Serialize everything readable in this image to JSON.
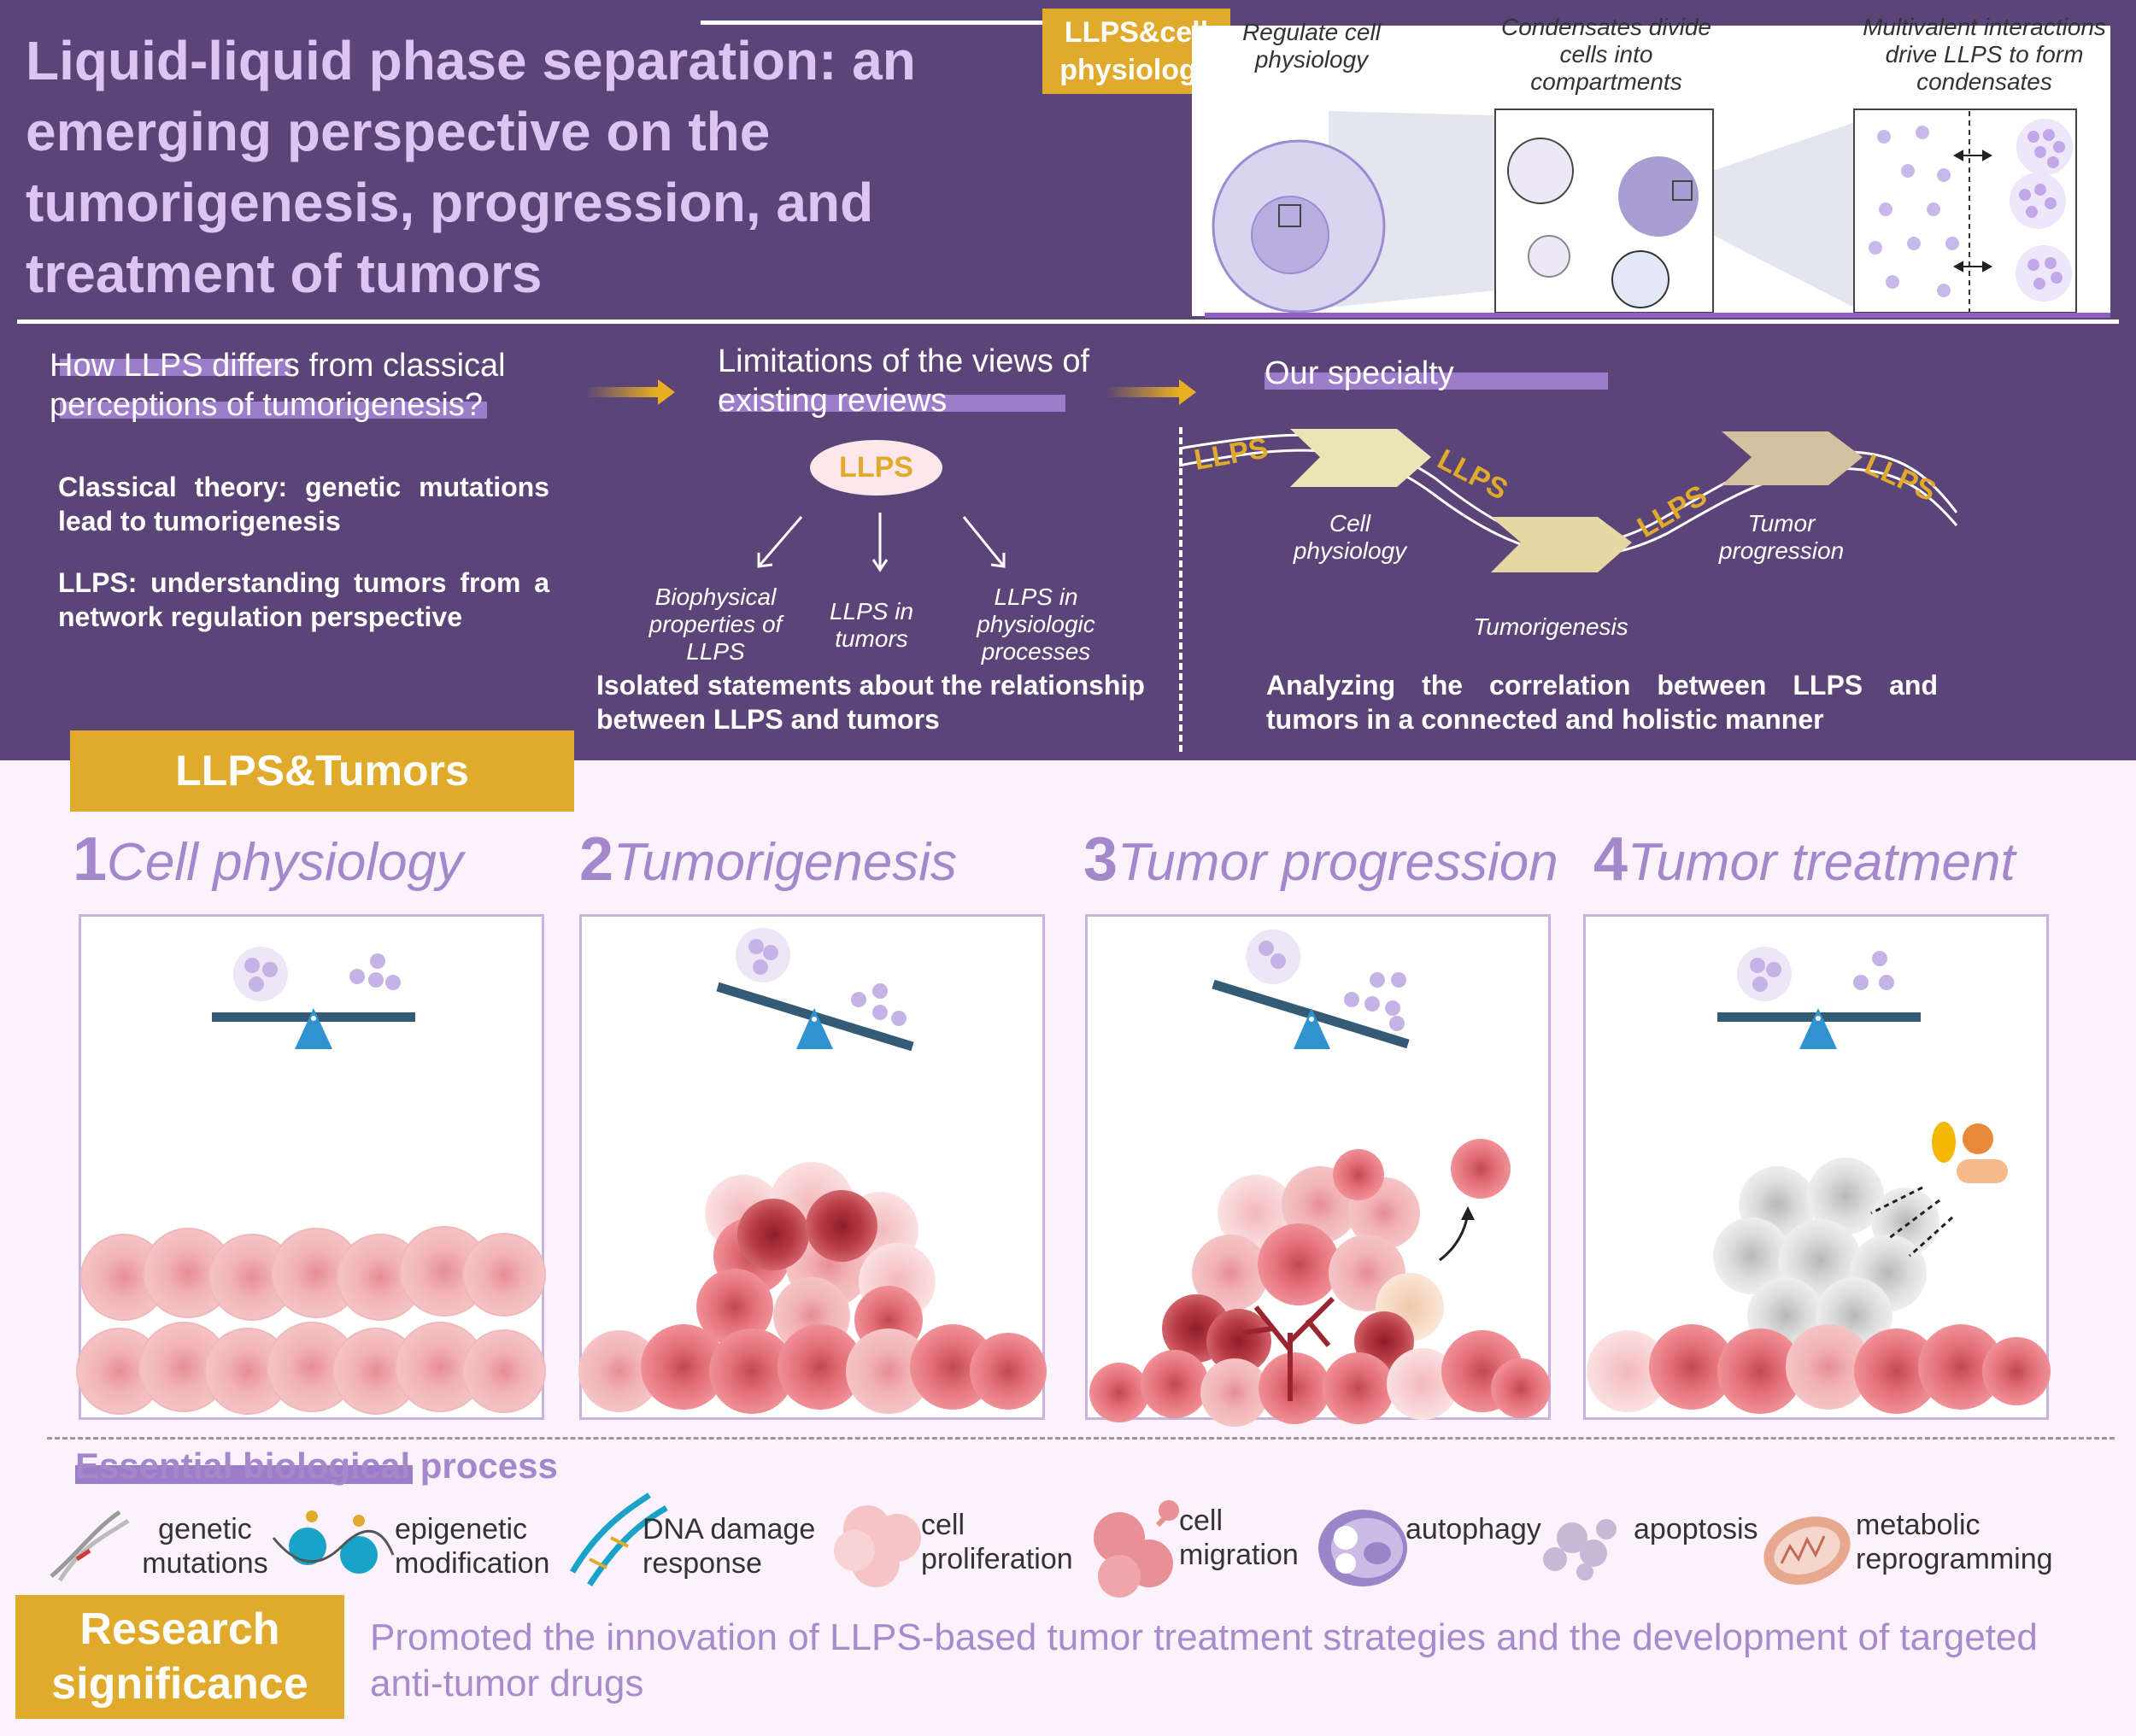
{
  "title": "Liquid-liquid phase separation: an emerging perspective on the tumorigenesis, progression, and treatment of tumors",
  "physiology_badge": "LLPS&cell physiology",
  "physiology_panel": {
    "labels": [
      "Regulate cell physiology",
      "Condensates divide cells into compartments",
      "Multivalent interactions drive LLPS to form condensates"
    ]
  },
  "questions": {
    "q1": "How LLPS differs from classical perceptions of tumorigenesis?",
    "q2": "Limitations of the views of existing reviews",
    "q3": "Our specialty"
  },
  "classical": {
    "line1": "Classical theory: genetic mutations lead to tumorigenesis",
    "line2": "LLPS: understanding tumors from a network regulation perspective"
  },
  "reviews": {
    "center": "LLPS",
    "branches": [
      "Biophysical properties of LLPS",
      "LLPS in tumors",
      "LLPS in physiologic processes"
    ],
    "summary": "Isolated statements about the relationship between LLPS and tumors"
  },
  "specialty": {
    "wave_label": "LLPS",
    "stages": [
      "Cell physiology",
      "Tumorigenesis",
      "Tumor progression"
    ],
    "summary": "Analyzing the correlation between LLPS and tumors in a connected and holistic manner"
  },
  "tumors_badge": "LLPS&Tumors",
  "stages": [
    {
      "num": "1",
      "label": "Cell physiology"
    },
    {
      "num": "2",
      "label": "Tumorigenesis"
    },
    {
      "num": "3",
      "label": "Tumor progression"
    },
    {
      "num": "4",
      "label": "Tumor treatment"
    }
  ],
  "process_heading": "Essential biological process",
  "processes": [
    "genetic mutations",
    "epigenetic modification",
    "DNA damage response",
    "cell proliferation",
    "cell migration",
    "autophagy",
    "apoptosis",
    "metabolic reprogramming"
  ],
  "significance": {
    "badge": "Research significance",
    "text": "Promoted the innovation of LLPS-based tumor treatment strategies and the development of targeted anti-tumor drugs"
  },
  "colors": {
    "purple_bg": "#5a4478",
    "gold": "#e0aa2c",
    "lavender": "#a488cc",
    "pink_bg": "#fcf2fb",
    "cell_pink": "#f0a5a8",
    "tumor_red": "#b83b45"
  }
}
